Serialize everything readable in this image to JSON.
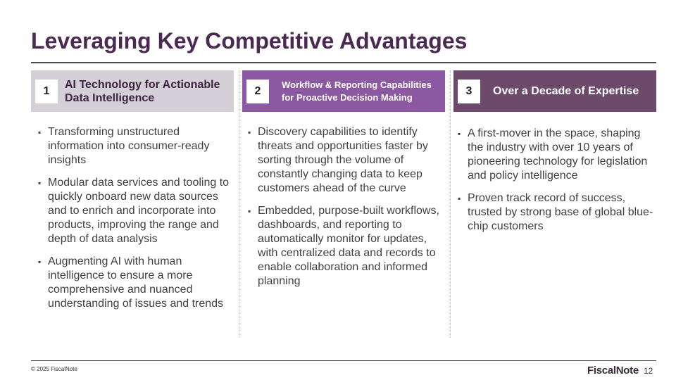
{
  "title": "Leveraging Key Competitive Advantages",
  "columns": [
    {
      "number": "1",
      "heading": "AI Technology for Actionable Data Intelligence",
      "bullets": [
        "Transforming unstructured information into consumer-ready insights",
        "Modular data services and tooling to quickly onboard new data sources and to enrich and incorporate into products, improving the range and depth of data analysis",
        "Augmenting AI with human intelligence to ensure a more comprehensive and nuanced understanding of issues and trends"
      ]
    },
    {
      "number": "2",
      "heading": "Workflow & Reporting Capabilities for Proactive Decision Making",
      "bullets": [
        "Discovery capabilities to identify threats and opportunities faster by sorting through the volume of constantly changing data to keep customers ahead of the curve",
        "Embedded, purpose-built workflows, dashboards, and reporting to automatically monitor for updates, with centralized data and records to enable collaboration and informed planning"
      ]
    },
    {
      "number": "3",
      "heading": "Over a Decade of Expertise",
      "bullets": [
        "A first-mover in the space, shaping the industry with over 10 years of pioneering technology for legislation and policy intelligence",
        "Proven track record of success, trusted by strong base of global blue-chip customers"
      ]
    }
  ],
  "footer": {
    "copyright": "© 2025 FiscalNote",
    "logo": "FiscalNote",
    "page_number": "12"
  },
  "colors": {
    "title": "#4b2a52",
    "header1": "#d5cfd8",
    "header2": "#8b58a1",
    "header3": "#6d4a6c"
  }
}
